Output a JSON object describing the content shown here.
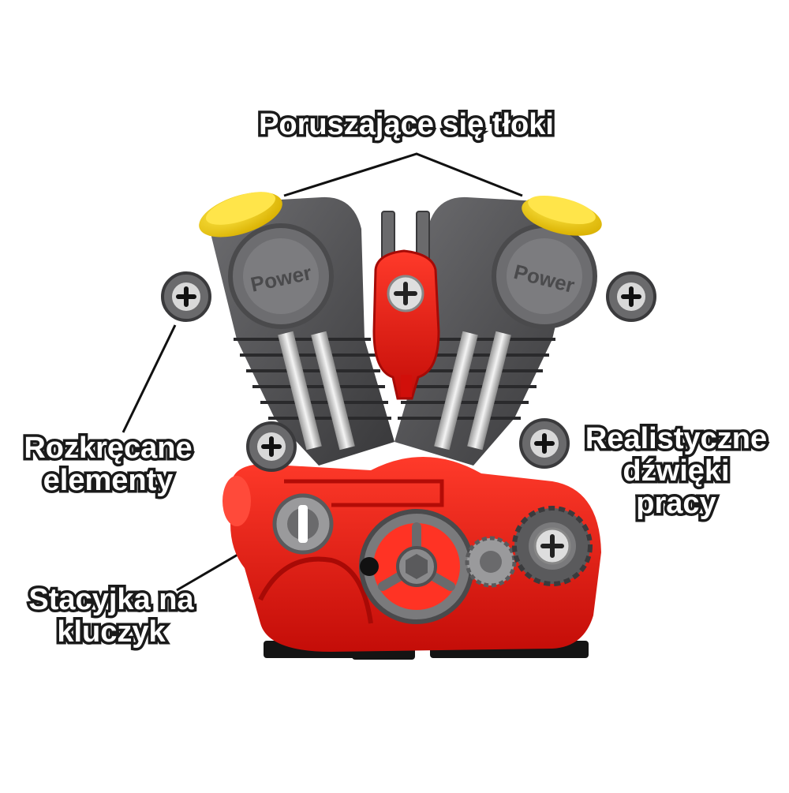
{
  "labels": {
    "pistons": "Poruszające się tłoki",
    "screws_line1": "Rozkręcane",
    "screws_line2": "elementy",
    "sounds_line1": "Realistyczne",
    "sounds_line2": "dźwięki",
    "sounds_line3": "pracy",
    "key_line1": "Stacyjka na",
    "key_line2": "kluczyk"
  },
  "emboss": {
    "left": "Power",
    "right": "Power"
  },
  "colors": {
    "engine_red": "#e8140f",
    "cylinder_gray": "#4d4d4f",
    "cap_yellow": "#f2d10c",
    "callout_line": "#111111"
  }
}
